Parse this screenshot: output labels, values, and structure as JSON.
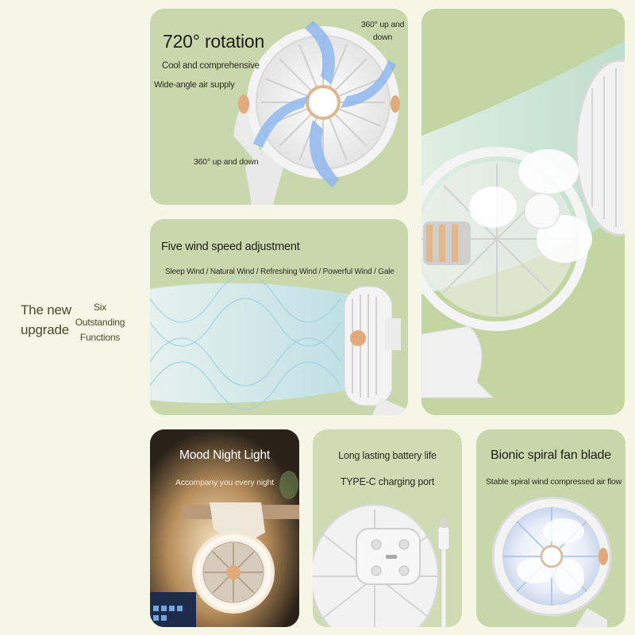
{
  "left": {
    "title": "The new upgrade",
    "subtitle": "Six Outstanding Functions"
  },
  "rotation_panel": {
    "title": "720° rotation",
    "line1": "Cool and comprehensive",
    "line2": "Wide-angle air supply",
    "top_right": "360° up and down",
    "bottom": "360° up and down"
  },
  "wind_panel": {
    "title": "Five wind speed adjustment",
    "modes": "Sleep Wind / Natural Wind / Refreshing Wind / Powerful Wind / Gale"
  },
  "night_panel": {
    "title": "Mood Night Light",
    "subtitle": "Accompany you every night"
  },
  "battery_panel": {
    "line1": "Long lasting battery life",
    "line2": "TYPE-C charging port"
  },
  "blade_panel": {
    "title": "Bionic spiral fan blade",
    "subtitle": "Stable spiral wind compressed air flow"
  },
  "colors": {
    "background": "#f6f6e6",
    "panel_green": "#c9d8ac",
    "accent_blue": "#7fb0ea",
    "knob_orange": "#e2a97a"
  }
}
